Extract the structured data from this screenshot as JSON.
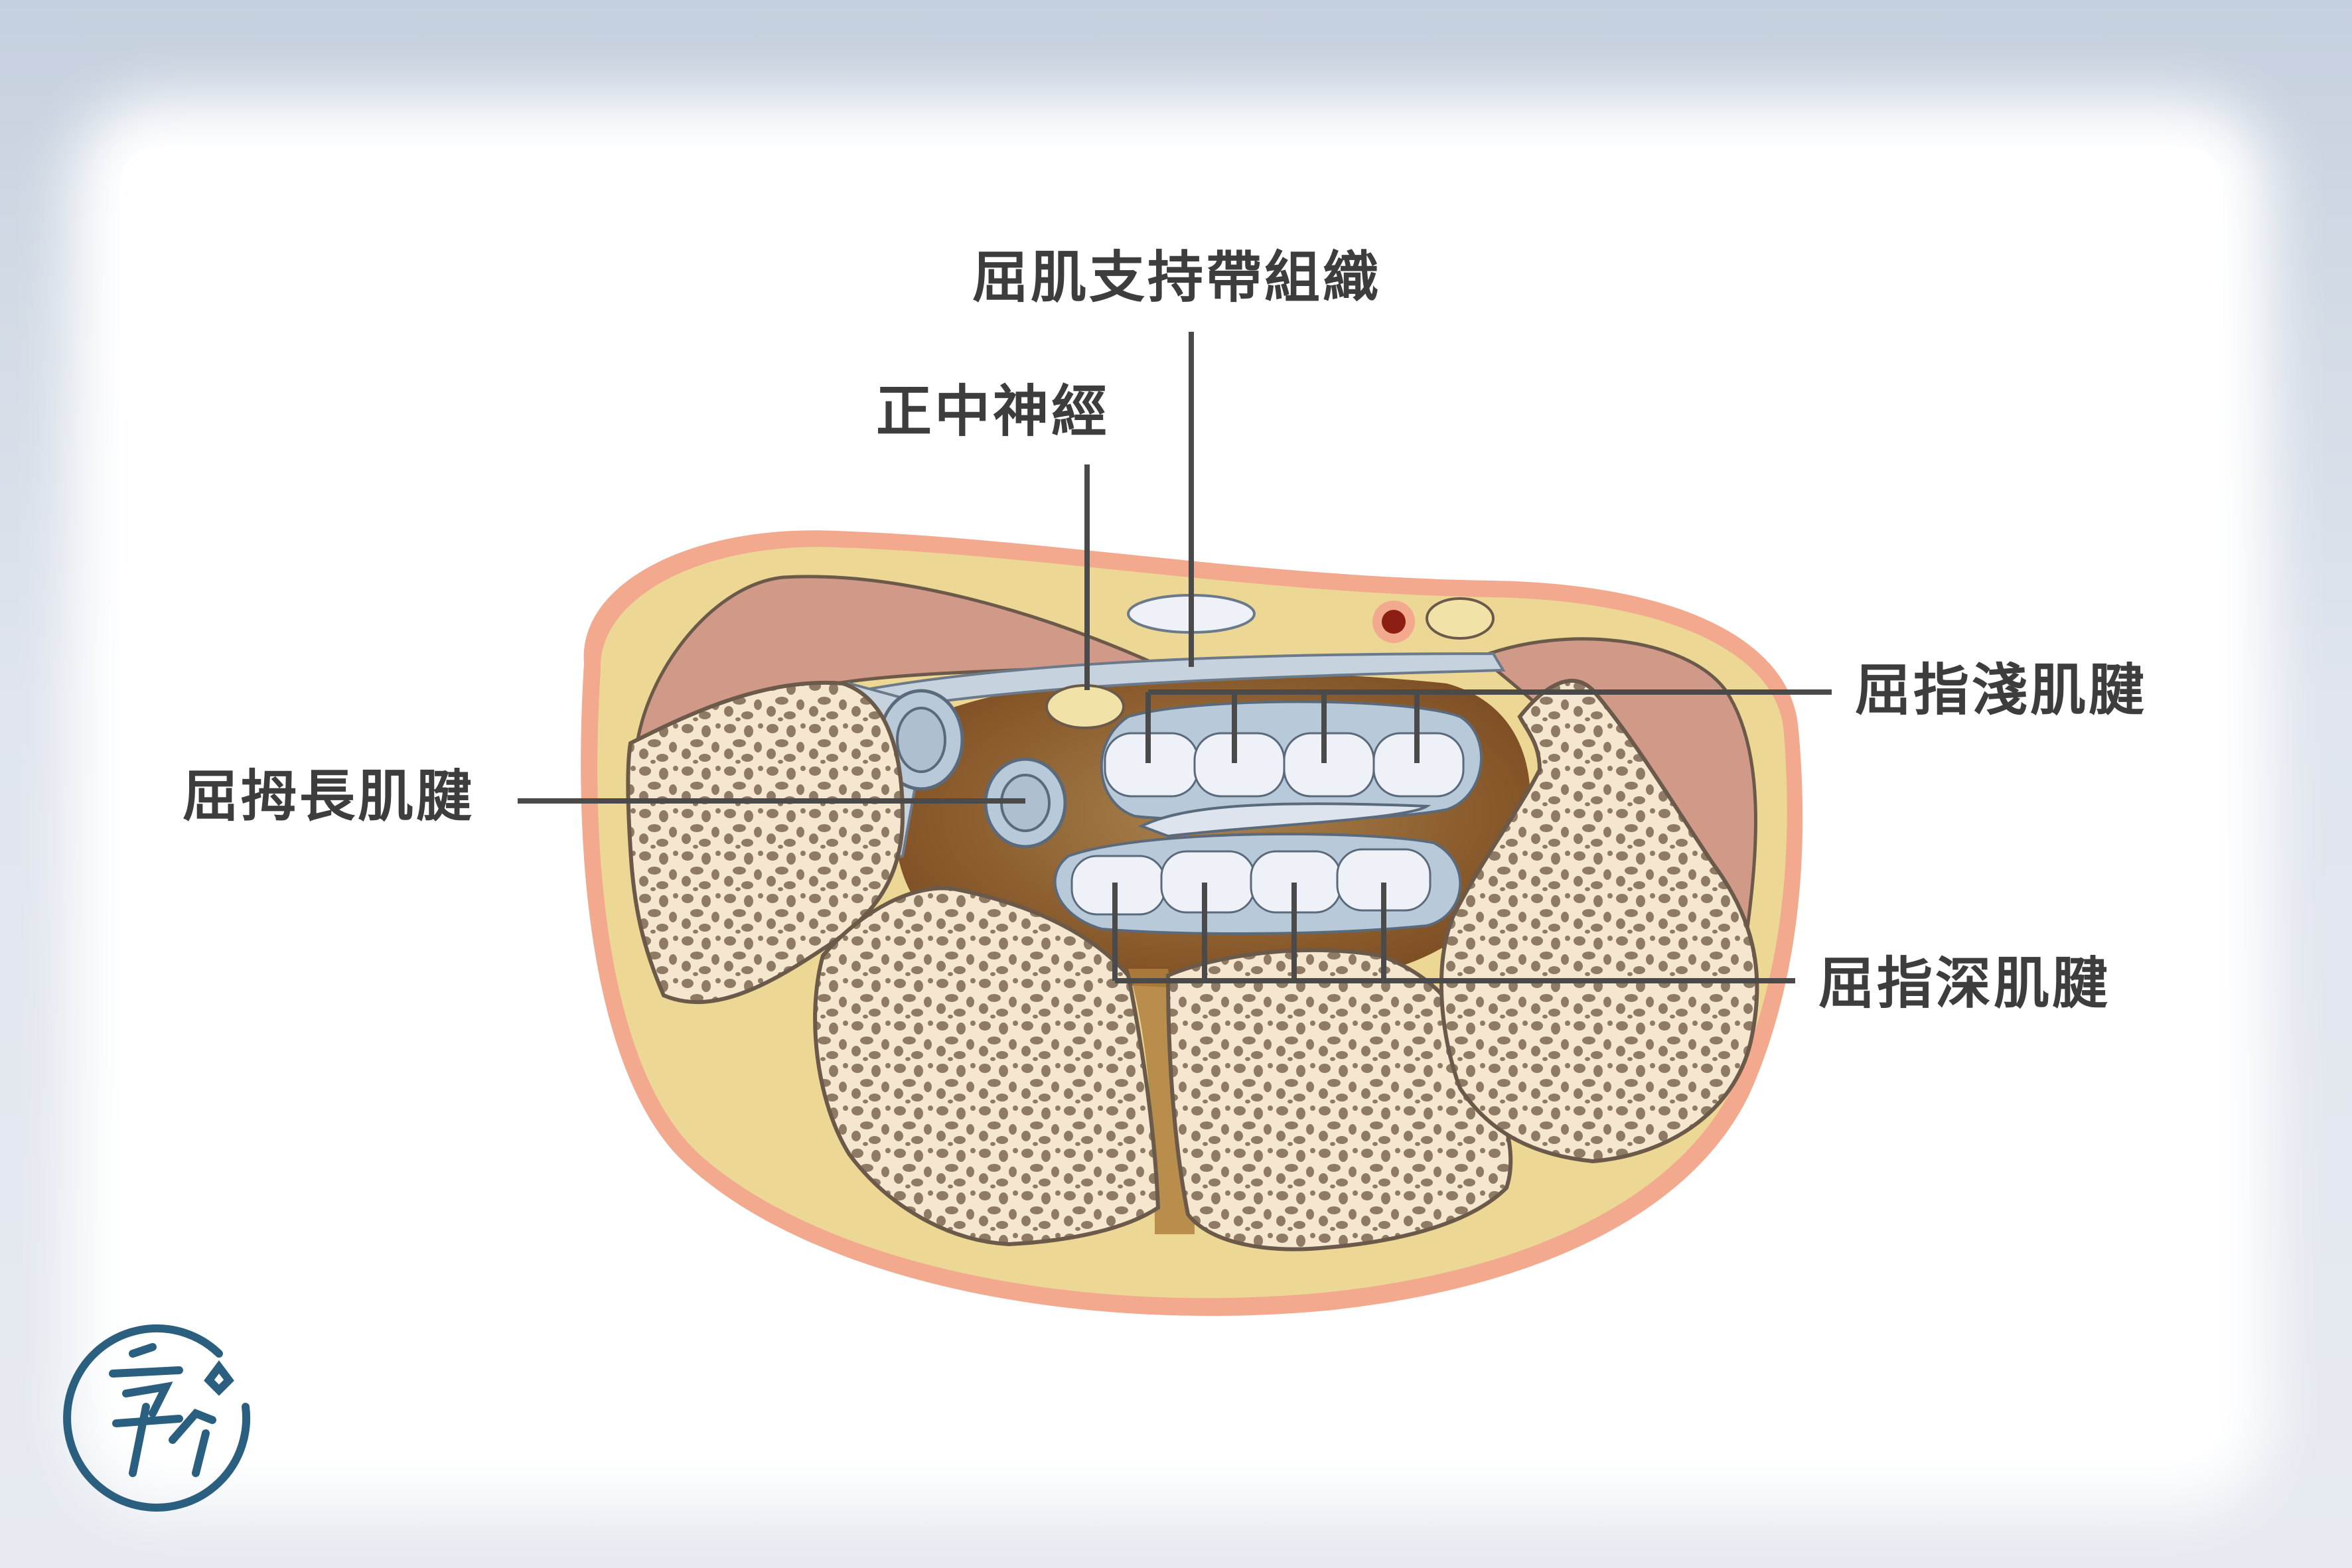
{
  "labels": {
    "flexor_retinaculum": "屈肌支持帶組織",
    "median_nerve": "正中神經",
    "flexor_pollicis_longus": "屈拇長肌腱",
    "flexor_digitorum_superficialis": "屈指淺肌腱",
    "flexor_digitorum_profundus": "屈指深肌腱"
  },
  "logo": {
    "text": "",
    "icon": "circle-brush-logo-icon"
  },
  "colors": {
    "skin_outer": "#f2a98e",
    "subcutaneous": "#ecd795",
    "muscle": "#d19a88",
    "bone_cortex": "#f6ecd6",
    "bone_pore": "#8f7a66",
    "canal": "#8a5a2c",
    "tendon_sheath": "#b8c9d9",
    "tendon": "#eef1f7",
    "nerve": "#f3e2a8",
    "artery": "#c93b2e",
    "leader_line": "#4a4a4a",
    "label_text": "#3d3d3d",
    "logo": "#2a5f80"
  }
}
